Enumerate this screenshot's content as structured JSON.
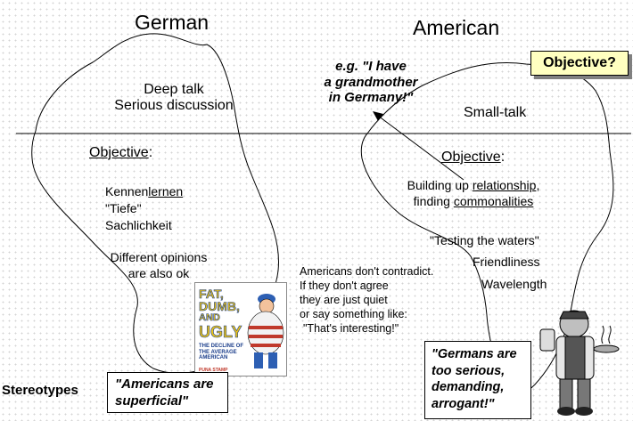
{
  "german": {
    "title": "German",
    "surface": [
      "Deep talk",
      "Serious discussion"
    ],
    "objective_label": "Objective",
    "objective_items": [
      "Kennenlernen",
      "\"Tiefe\"",
      "Sachlichkeit"
    ],
    "opinions": [
      "Different opinions",
      "are also ok"
    ]
  },
  "american": {
    "title": "American",
    "example": [
      "e.g. \"I have",
      "a grandmother",
      "in Germany!\""
    ],
    "surface": "Small-talk",
    "objective_label": "Objective",
    "building": {
      "line1_prefix": "Building up ",
      "line1_link": "relationship",
      "line1_suffix": ",",
      "line2_prefix": "finding ",
      "line2_link": "commonalities"
    },
    "testing": "\"Testing the waters\"",
    "friendliness": "Friendliness",
    "wavelength": "Wavelength",
    "objective_question": "Objective?"
  },
  "middle_note": [
    "Americans don't contradict.",
    "If they don't agree",
    "they are just quiet",
    "or say something like:",
    "\"That's interesting!\""
  ],
  "stereotypes": {
    "label": "Stereotypes",
    "american_quote": [
      "\"Americans are",
      "superficial\""
    ],
    "german_quote": [
      "\"Germans are",
      "too serious,",
      "demanding,",
      "arrogant!\""
    ]
  },
  "book": {
    "title_lines": [
      "FAT,",
      "DUMB,",
      "AND",
      "UGLY"
    ],
    "subtitle": "THE DECLINE OF THE AVERAGE AMERICAN",
    "author": "PUNA STAMP"
  },
  "colors": {
    "objective_box_fill": "#ffffc0",
    "book_title": "#e8c21a",
    "book_text": "#1a3d8a"
  }
}
